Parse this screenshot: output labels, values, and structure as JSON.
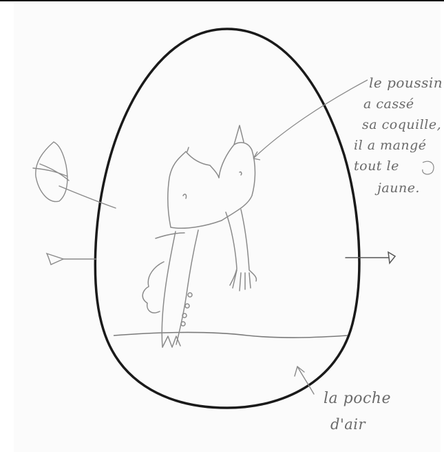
{
  "annotation_chick": {
    "line1": "le poussin",
    "line2": "a cassé",
    "line3": "sa coquille,",
    "line4": "il a mangé",
    "line5": "tout le",
    "line6": "jaune."
  },
  "annotation_air": {
    "line1": "la poche",
    "line2": "d'air"
  },
  "colors": {
    "egg_outline": "#1a1a1a",
    "pencil": "#8a8a8a",
    "paper": "#fbfbfb"
  }
}
